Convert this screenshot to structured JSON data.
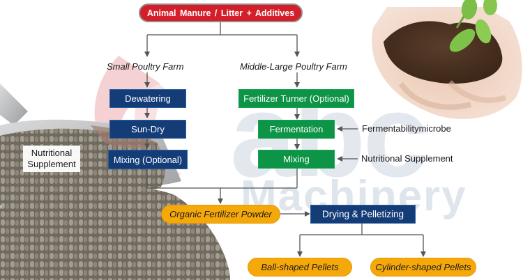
{
  "diagram": {
    "title_node": {
      "label": "Animal  Manure / Litter   +    Additives",
      "color": "#d41f2a"
    },
    "branches": {
      "left": {
        "label": "Small Poultry Farm",
        "steps": [
          {
            "label": "Dewatering",
            "color": "#143d78"
          },
          {
            "label": "Sun-Dry",
            "color": "#143d78"
          },
          {
            "label": "Mixing (Optional)",
            "color": "#143d78"
          }
        ],
        "side_input": {
          "label": "Nutritional Supplement"
        }
      },
      "right": {
        "label": "Middle-Large  Poultry Farm",
        "steps": [
          {
            "label": "Fertilizer Turner (Optional)",
            "color": "#0e9447"
          },
          {
            "label": "Fermentation",
            "color": "#0e9447"
          },
          {
            "label": "Mixing",
            "color": "#0e9447"
          }
        ],
        "side_inputs": [
          {
            "label": "Fermentabilitymicrobe",
            "target": "Fermentation"
          },
          {
            "label": "Nutritional Supplement",
            "target": "Mixing"
          }
        ]
      }
    },
    "merge_node": {
      "label": "Organic Fertilizer Powder",
      "color": "#f5a80a"
    },
    "process_node": {
      "label": "Drying & Pelletizing",
      "color": "#143d78"
    },
    "outputs": [
      {
        "label": "Ball-shaped Pellets",
        "color": "#f5a80a"
      },
      {
        "label": "Cylinder-shaped Pellets",
        "color": "#f5a80a"
      }
    ]
  },
  "watermark": {
    "logo": "abc",
    "text": "Machinery"
  },
  "images": {
    "top_right": "hands-holding-soil-with-seedling",
    "bottom_left": "scoop-of-fertilizer-pellets"
  }
}
